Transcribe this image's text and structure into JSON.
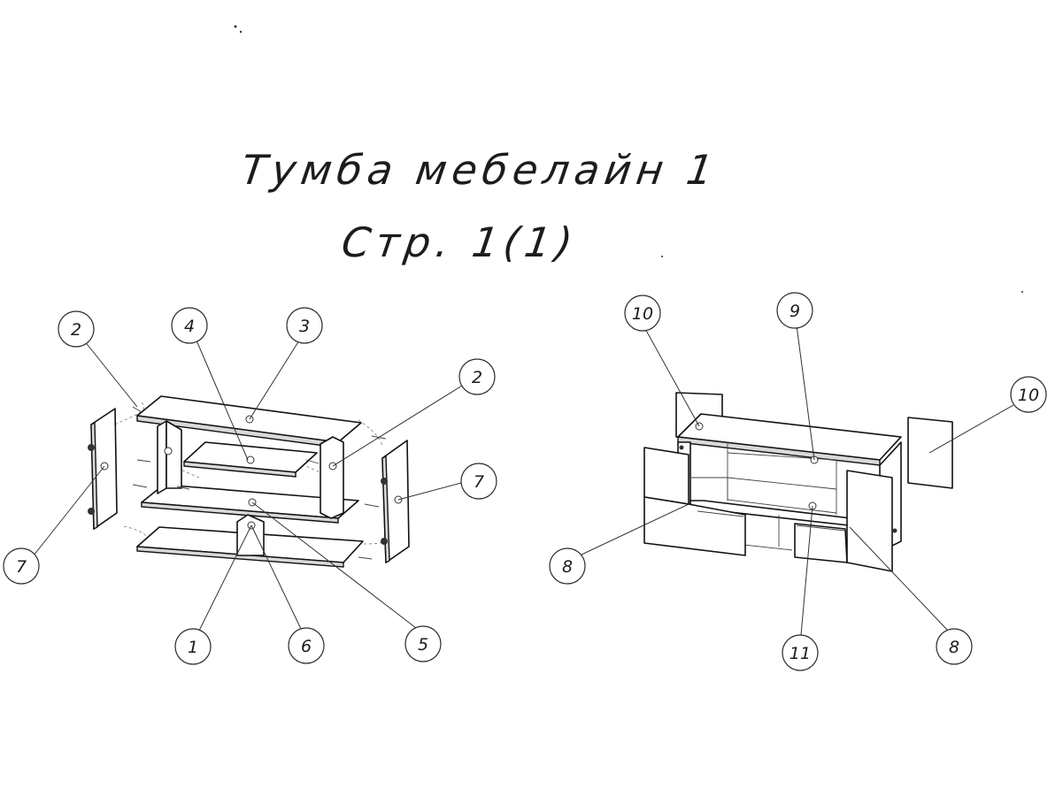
{
  "drawing": {
    "title": "Тумба мебелайн 1",
    "page": "Стр. 1(1)"
  },
  "left_view": {
    "callouts": [
      "2",
      "4",
      "3",
      "2",
      "7",
      "7",
      "1",
      "6",
      "5"
    ]
  },
  "right_view": {
    "callouts": [
      "10",
      "9",
      "10",
      "8",
      "11",
      "8"
    ]
  },
  "colors": {
    "line": "#111111",
    "paper": "#ffffff"
  }
}
